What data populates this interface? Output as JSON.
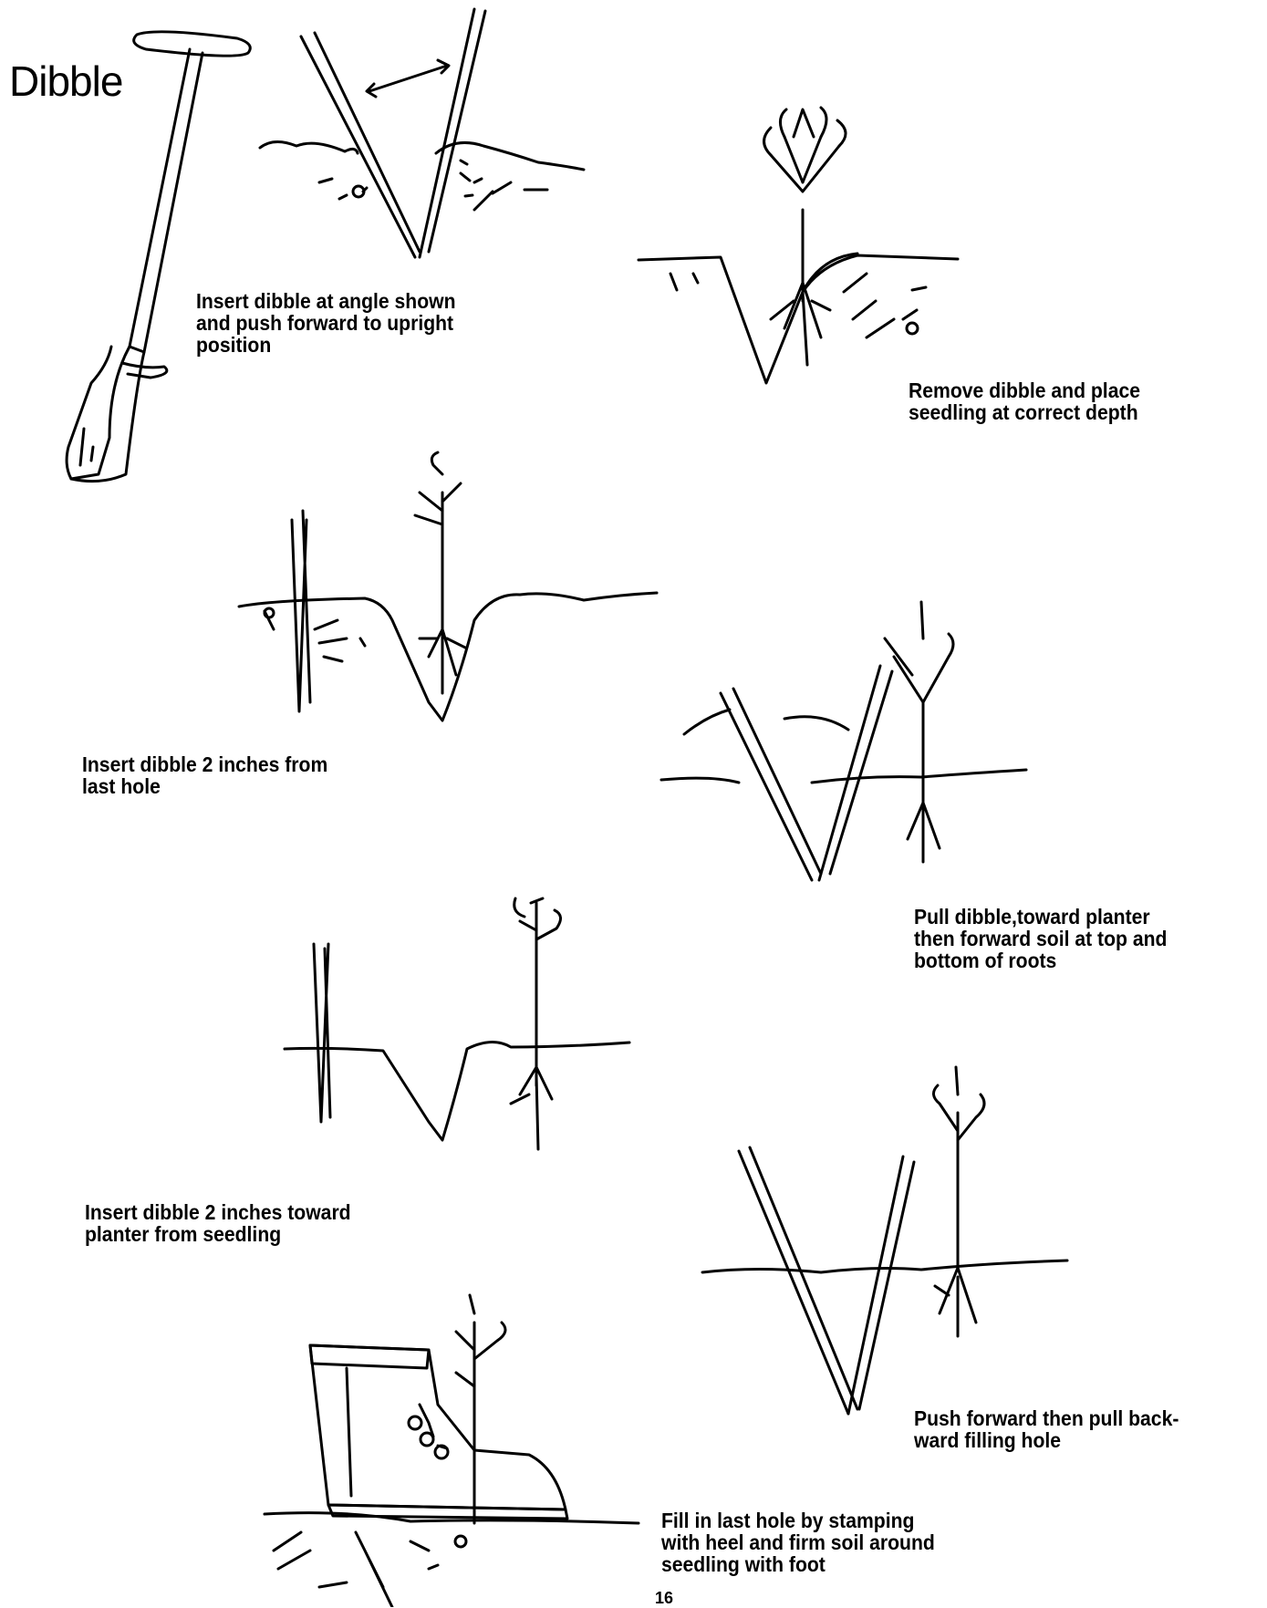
{
  "title": "Dibble",
  "steps": [
    {
      "caption": "Insert dibble at angle shown\nand push forward to upright\nposition"
    },
    {
      "caption": "Remove dibble and place\nseedling at correct depth"
    },
    {
      "caption": "Insert dibble 2 inches from\nlast hole"
    },
    {
      "caption": "Pull dibble,toward planter\nthen forward soil at top and\nbottom of roots"
    },
    {
      "caption": "Insert dibble 2 inches toward\nplanter from seedling"
    },
    {
      "caption": "Push forward then pull back-\nward filling hole"
    },
    {
      "caption": "Fill in last hole by stamping\nwith heel and firm soil around\nseedling with foot"
    }
  ],
  "page_number": "16"
}
